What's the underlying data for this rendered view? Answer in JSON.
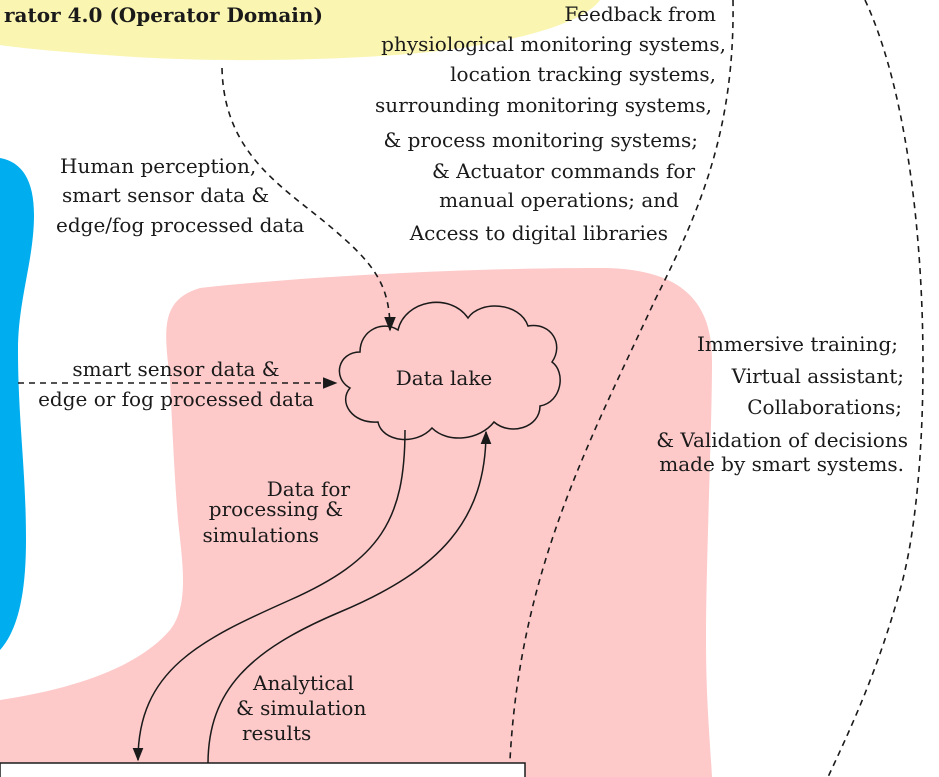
{
  "colors": {
    "operator_domain_fill": "#faf5b0",
    "blue_region_fill": "#00aeef",
    "data_region_fill": "#fdc9c9",
    "line": "#1a1a1a"
  },
  "labels": {
    "operator_domain_title": "rator 4.0 (Operator Domain)",
    "feedback": [
      "Feedback from",
      "physiological monitoring systems,",
      "location tracking systems,",
      "surrounding monitoring systems,",
      "& process monitoring systems;",
      "& Actuator commands for",
      "manual operations; and",
      "Access to digital libraries"
    ],
    "human_perception": [
      "Human perception,",
      "smart sensor data &",
      "edge/fog processed data"
    ],
    "smart_sensor": [
      "smart sensor data &",
      "edge or fog processed data"
    ],
    "data_lake": "Data lake",
    "immersive": [
      "Immersive training;",
      "Virtual assistant;",
      "Collaborations;",
      "& Validation of decisions",
      "made by smart systems."
    ],
    "data_for_processing": [
      "Data for",
      "processing &",
      "simulations"
    ],
    "analytical_results": [
      "Analytical",
      "& simulation",
      "results"
    ]
  }
}
